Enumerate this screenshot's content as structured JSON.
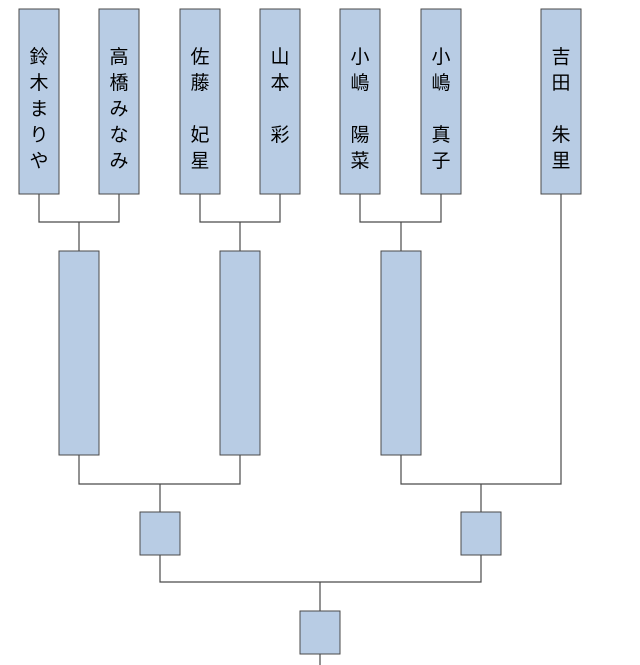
{
  "entrants": [
    {
      "name": "鈴木まりや",
      "lines": [
        "鈴",
        "木",
        "ま",
        "り",
        "や"
      ]
    },
    {
      "name": "高橋みなみ",
      "lines": [
        "高",
        "橋",
        "み",
        "な",
        "み"
      ]
    },
    {
      "name": "佐藤　妃星",
      "lines": [
        "佐",
        "藤",
        "",
        "妃",
        "星"
      ]
    },
    {
      "name": "山本　彩",
      "lines": [
        "山",
        "本",
        "",
        "彩"
      ]
    },
    {
      "name": "小嶋　陽菜",
      "lines": [
        "小",
        "嶋",
        "",
        "陽",
        "菜"
      ]
    },
    {
      "name": "小嶋　真子",
      "lines": [
        "小",
        "嶋",
        "",
        "真",
        "子"
      ]
    },
    {
      "name": "吉田　朱里",
      "lines": [
        "吉",
        "田",
        "",
        "朱",
        "里"
      ]
    }
  ]
}
